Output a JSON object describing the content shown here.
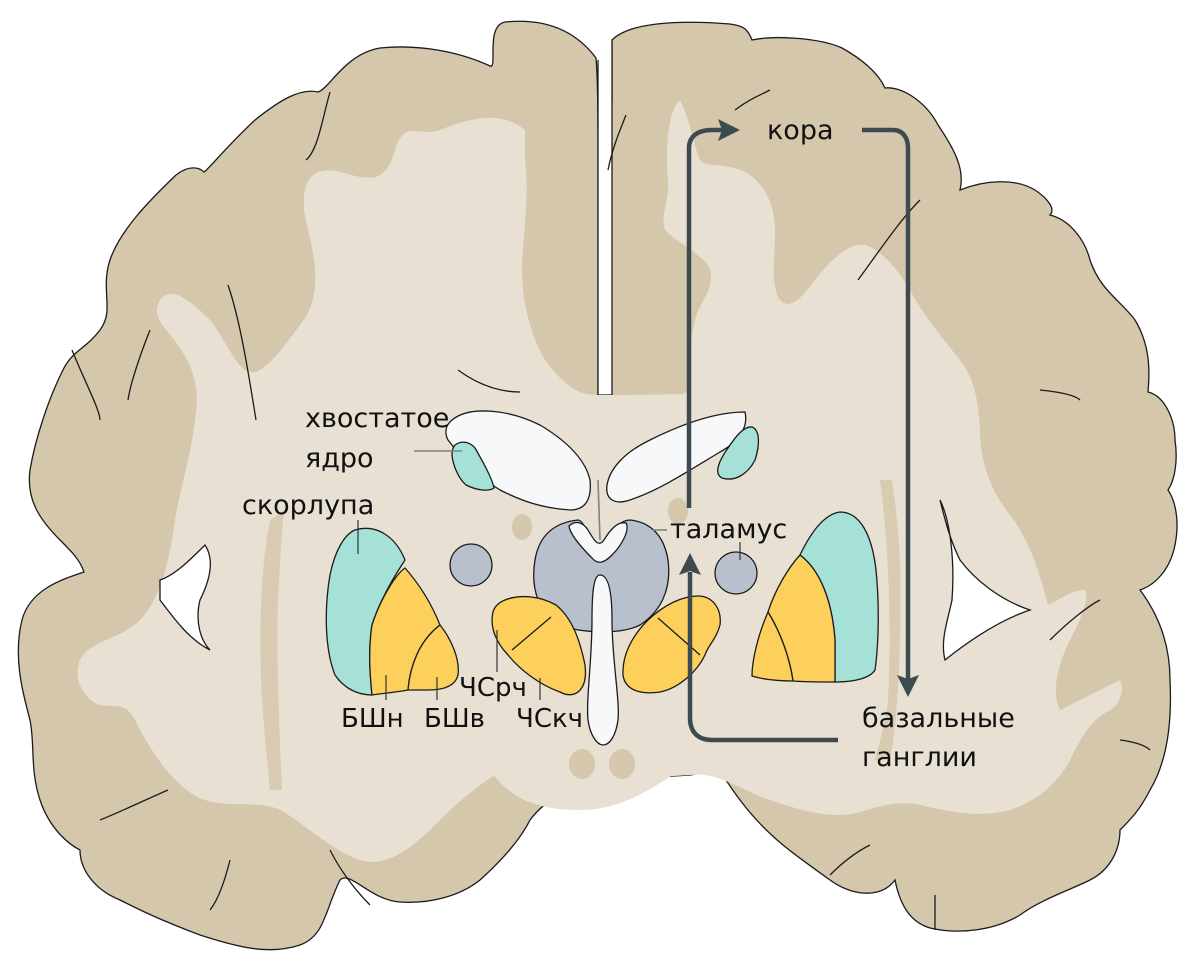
{
  "figure": {
    "title": "Корональный срез мозга: петля кора — базальные ганглии — таламус"
  },
  "colors": {
    "grey_matter": "#d5c7ab",
    "white_matter": "#e8e1d3",
    "ventricle": "#f6f8f9",
    "caudate_putamen": "#a6e1d8",
    "pallidus_nigra": "#fdd05b",
    "thalamus": "#b8bfcd",
    "pathway_arrow": "#3d4a50",
    "outline": "#1b1b1b",
    "text": "#111111"
  },
  "labels": {
    "cortex": "кора",
    "caudate_line1": "хвостатое",
    "caudate_line2": "ядро",
    "putamen": "скорлупа",
    "thalamus": "таламус",
    "gpe": "БШн",
    "gpi": "БШв",
    "snr": "ЧСрч",
    "snc": "ЧСкч",
    "basal_ganglia_line1": "базальные",
    "basal_ganglia_line2": "ганглии"
  },
  "pathway": {
    "description": "кора → базальные ганглии → таламус → кора",
    "steps": [
      "кора",
      "базальные ганглии",
      "таламус",
      "кора"
    ]
  }
}
